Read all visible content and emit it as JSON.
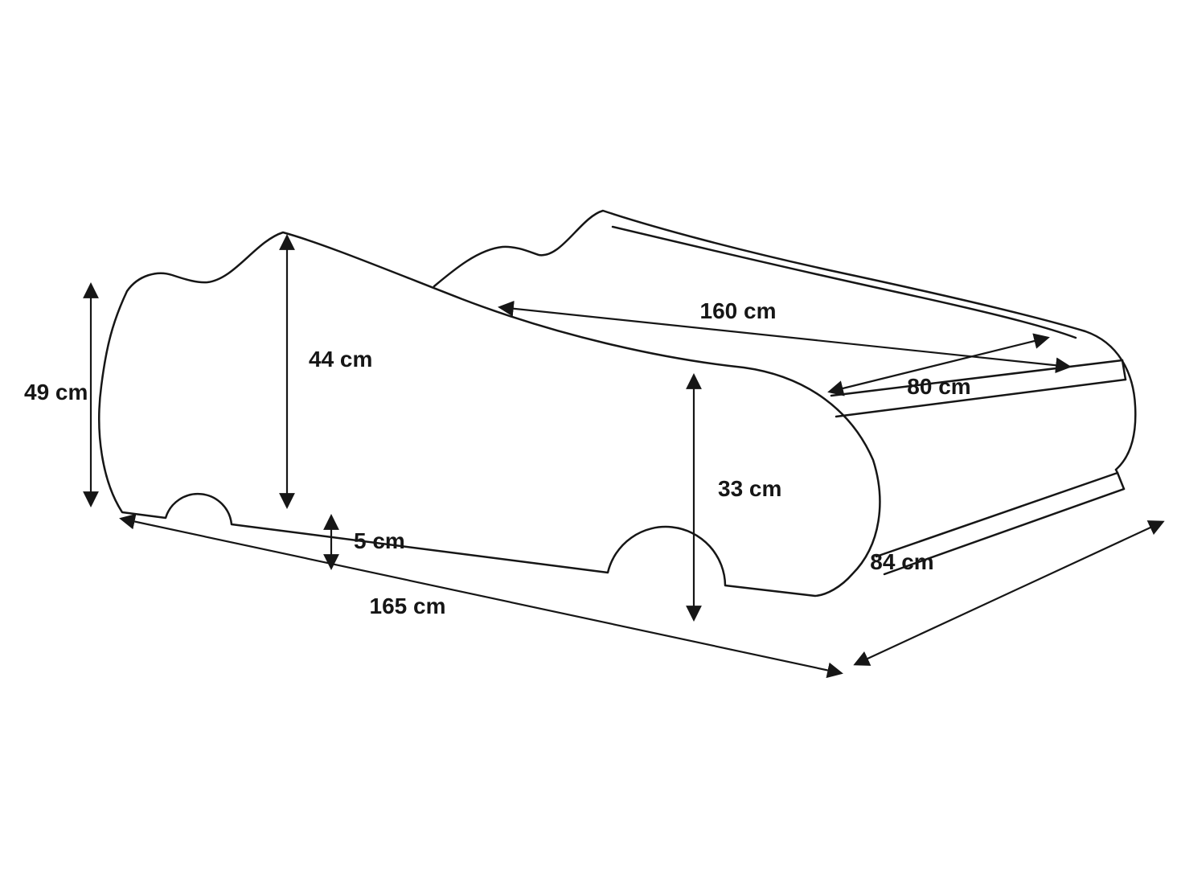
{
  "colors": {
    "line": "#161616",
    "background": "#ffffff"
  },
  "dimensions": {
    "total_height": "49 cm",
    "panel_height": "44 cm",
    "inner_length": "160 cm",
    "inner_width": "80 cm",
    "side_rail_height": "33 cm",
    "base_height": "5 cm",
    "total_length": "165 cm",
    "total_width": "84 cm"
  }
}
